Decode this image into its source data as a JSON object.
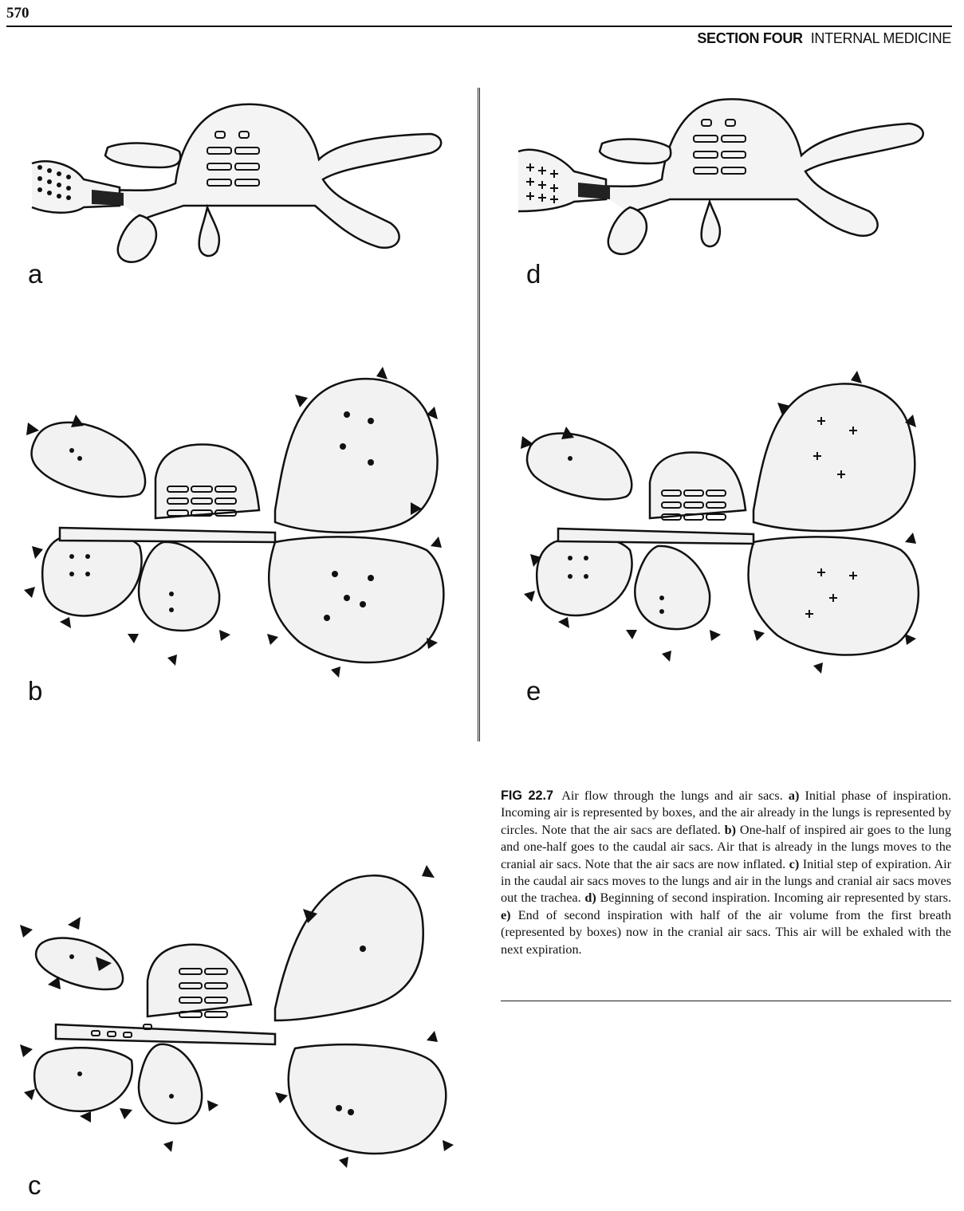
{
  "page": {
    "number": "570",
    "section": "SECTION FOUR",
    "section_title": "INTERNAL MEDICINE"
  },
  "panels": {
    "a": "a",
    "b": "b",
    "c": "c",
    "d": "d",
    "e": "e"
  },
  "caption": {
    "fig_id": "FIG 22.7",
    "intro": "Air flow through the lungs and air sacs.",
    "a_label": "a)",
    "a_text": "Initial phase of inspiration. Incoming air is represented by boxes, and the air already in the lungs is represented by circles. Note that the air sacs are deflated.",
    "b_label": "b)",
    "b_text": "One-half of inspired air goes to the lung and one-half goes to the caudal air sacs. Air that is already in the lungs moves to the cranial air sacs. Note that the air sacs are now inflated.",
    "c_label": "c)",
    "c_text": "Initial step of expiration. Air in the caudal air sacs moves to the lungs and air in the lungs and cranial air sacs moves out the trachea.",
    "d_label": "d)",
    "d_text": "Beginning of second inspiration. Incoming air represented by stars.",
    "e_label": "e)",
    "e_text": "End of second inspiration with half of the air volume from the first breath (represented by boxes) now in the cranial air sacs. This air will be exhaled with the next expiration."
  }
}
